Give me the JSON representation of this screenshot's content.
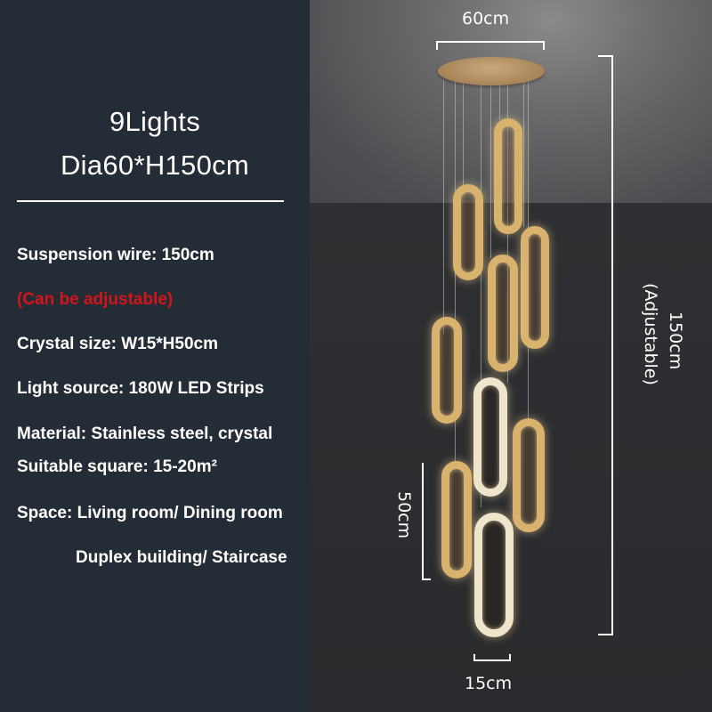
{
  "product": {
    "title_line1": "9Lights",
    "title_line2": "Dia60*H150cm"
  },
  "specs": [
    {
      "text": "Suspension wire: 150cm",
      "color": "#ffffff"
    },
    {
      "text": "(Can be adjustable)",
      "color": "#d4141b"
    },
    {
      "text": "Crystal size: W15*H50cm",
      "color": "#ffffff"
    },
    {
      "text": "Light source:  180W LED Strips",
      "color": "#ffffff"
    },
    {
      "text": "Material: Stainless steel, crystal",
      "color": "#ffffff"
    },
    {
      "text": "Suitable square: 15-20m²",
      "color": "#ffffff"
    },
    {
      "text": "Space: Living room/ Dining room",
      "color": "#ffffff"
    },
    {
      "text": "Duplex building/ Staircase",
      "color": "#ffffff"
    }
  ],
  "dimensions": {
    "canopy_width": "60cm",
    "total_height": "150cm",
    "total_height_note": "(Adjustable)",
    "crystal_height": "50cm",
    "crystal_width": "15cm"
  },
  "colors": {
    "panel_background": "#242c36",
    "accent_red": "#d4141b",
    "text": "#ffffff",
    "gold": "#e6c98c"
  }
}
